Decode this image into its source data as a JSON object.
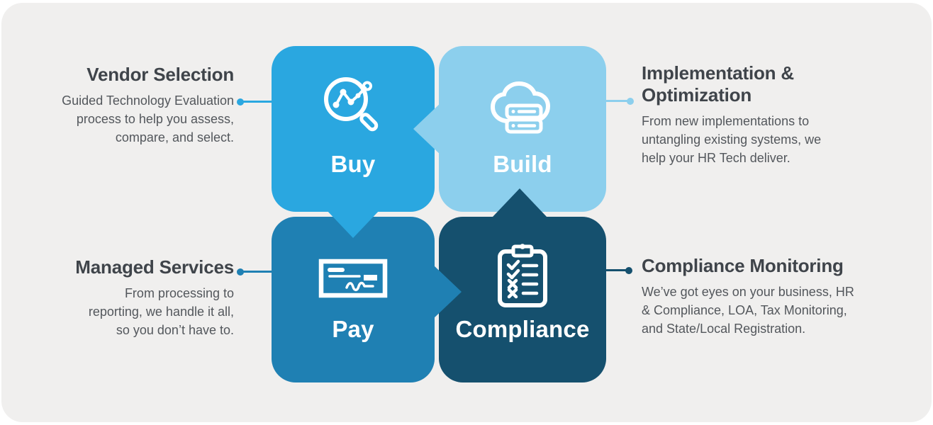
{
  "colors": {
    "buy": "#2aa7e0",
    "build": "#8ccfed",
    "pay": "#1f80b3",
    "compliance": "#15506e",
    "card_background": "#f0efee",
    "heading_text": "#3f444a",
    "body_text": "#53575c",
    "tile_text": "#ffffff"
  },
  "quadrants": [
    {
      "label": "Buy",
      "icon": "search-analytics-icon"
    },
    {
      "label": "Build",
      "icon": "cloud-server-icon"
    },
    {
      "label": "Pay",
      "icon": "paycheck-icon"
    },
    {
      "label": "Compliance",
      "icon": "clipboard-checklist-icon"
    }
  ],
  "callouts": {
    "vendor_selection": {
      "title": "Vendor Selection",
      "body": "Guided Technology Evaluation\nprocess to help you assess,\ncompare, and select."
    },
    "implementation_optimization": {
      "title": "Implementation &\nOptimization",
      "body": "From new implementations to\nuntangling existing systems, we\nhelp your HR Tech deliver."
    },
    "managed_services": {
      "title": "Managed Services",
      "body": "From processing to\nreporting, we handle it all,\nso you don’t have to."
    },
    "compliance_monitoring": {
      "title": "Compliance Monitoring",
      "body": "We’ve got eyes on your business, HR\n& Compliance, LOA, Tax Monitoring,\nand State/Local Registration."
    }
  }
}
